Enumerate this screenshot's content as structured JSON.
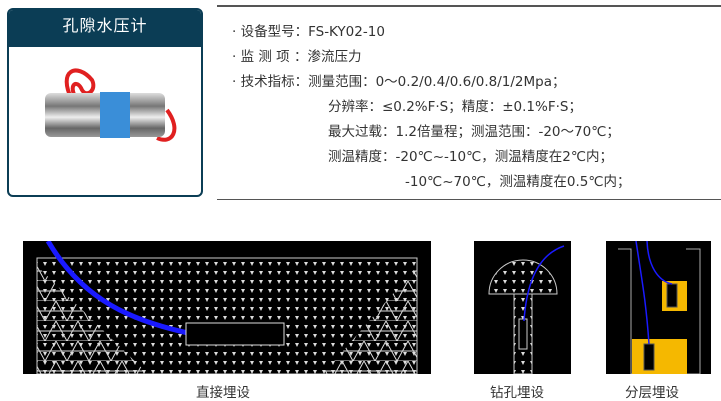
{
  "card": {
    "title": "孔隙水压计"
  },
  "specs": {
    "model_label": "· 设备型号：",
    "model": "FS-KY02-10",
    "item_label": "· 监 测 项 ：",
    "item": "渗流压力",
    "tech_label": "· 技术指标：",
    "line1": "测量范围：0～0.2/0.4/0.6/0.8/1/2Mpa；",
    "line2": "分辨率：≤0.2%F·S；精度：±0.1%F·S；",
    "line3": "最大过载：1.2倍量程；测温范围：-20～70℃；",
    "line4": "测温精度：-20℃~-10℃，测温精度在2℃内；",
    "line5": "-10℃~70℃，测温精度在0.5℃内；"
  },
  "diagrams": [
    {
      "caption": "直接埋设"
    },
    {
      "caption": "钻孔埋设"
    },
    {
      "caption": "分层埋设"
    }
  ],
  "colors": {
    "header": "#0b3d55",
    "cable": "#1a1aff",
    "fill": "#f5b800"
  }
}
